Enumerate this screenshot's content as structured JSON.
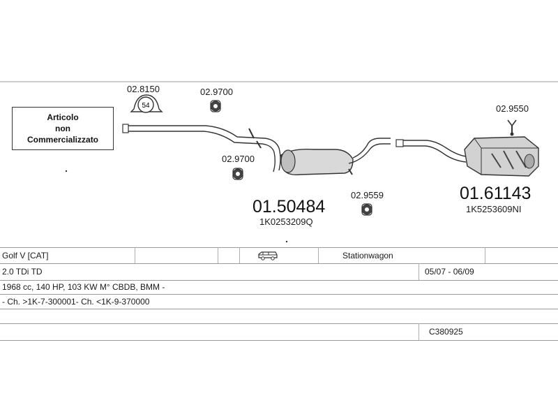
{
  "note": {
    "line1": "Articolo",
    "line2": "non",
    "line3": "Commercializzato"
  },
  "parts": {
    "clamp_top": {
      "code": "02.8150",
      "badge": "54"
    },
    "hanger_top": {
      "code": "02.9700"
    },
    "hanger_mid": {
      "code": "02.9700"
    },
    "hanger_low": {
      "code": "02.9559"
    },
    "hanger_right": {
      "code": "02.9550"
    },
    "middle_silencer": {
      "code": "01.50484",
      "oem": "1K0253209Q"
    },
    "rear_silencer": {
      "code": "01.61143",
      "oem": "1K5253609NI"
    }
  },
  "vehicle": {
    "model": "Golf V  [CAT]",
    "body_icon": "station-wagon-car-icon",
    "body": "Stationwagon",
    "engine": "2.0 TDi TD",
    "years": "05/07 - 06/09",
    "specs": "1968 cc, 140 HP, 103 KW M° CBDB, BMM -",
    "chassis": "- Ch. >1K-7-300001- Ch. <1K-9-370000",
    "catalog_no": "C380925"
  },
  "colors": {
    "line": "#333333",
    "fill": "#d9d9d9",
    "border": "#9a9a9a"
  }
}
